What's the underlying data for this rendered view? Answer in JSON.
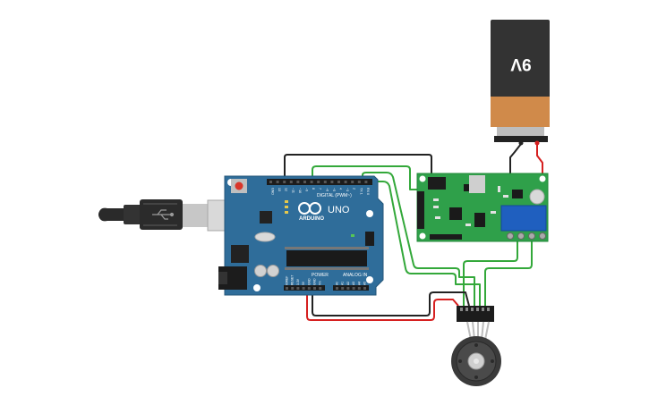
{
  "battery": {
    "label": "9V",
    "colors": {
      "body": "#333333",
      "band": "#d08a4a",
      "terminal": "#bdbdbd"
    }
  },
  "arduino": {
    "brand": "ARDUINO",
    "model": "UNO",
    "digital_header_label": "DIGITAL (PWM~)",
    "power_header_label": "POWER",
    "analog_header_label": "ANALOG IN",
    "digital_pins": [
      "GND",
      "13",
      "12",
      "~11",
      "~10",
      "~9",
      "8",
      "7",
      "~6",
      "~5",
      "4",
      "~3",
      "2",
      "TX 1",
      "RX 0"
    ],
    "power_pins": [
      "IOREF",
      "RESET",
      "3.3V",
      "5V",
      "GND",
      "GND",
      "Vin"
    ],
    "analog_pins": [
      "A0",
      "A1",
      "A2",
      "A3",
      "A4",
      "A5"
    ],
    "colors": {
      "board": "#2f6d9a",
      "board_edge": "#245679"
    }
  },
  "driver_board": {
    "colors": {
      "board": "#2fa04a",
      "terminal": "#1f5fbf"
    }
  },
  "encoder_motor": {
    "colors": {
      "body": "#3a3a3a",
      "shaft": "#cfcfcf"
    }
  },
  "wires": {
    "colors": {
      "black": "#222222",
      "red": "#d62020",
      "green": "#33a83a"
    }
  }
}
